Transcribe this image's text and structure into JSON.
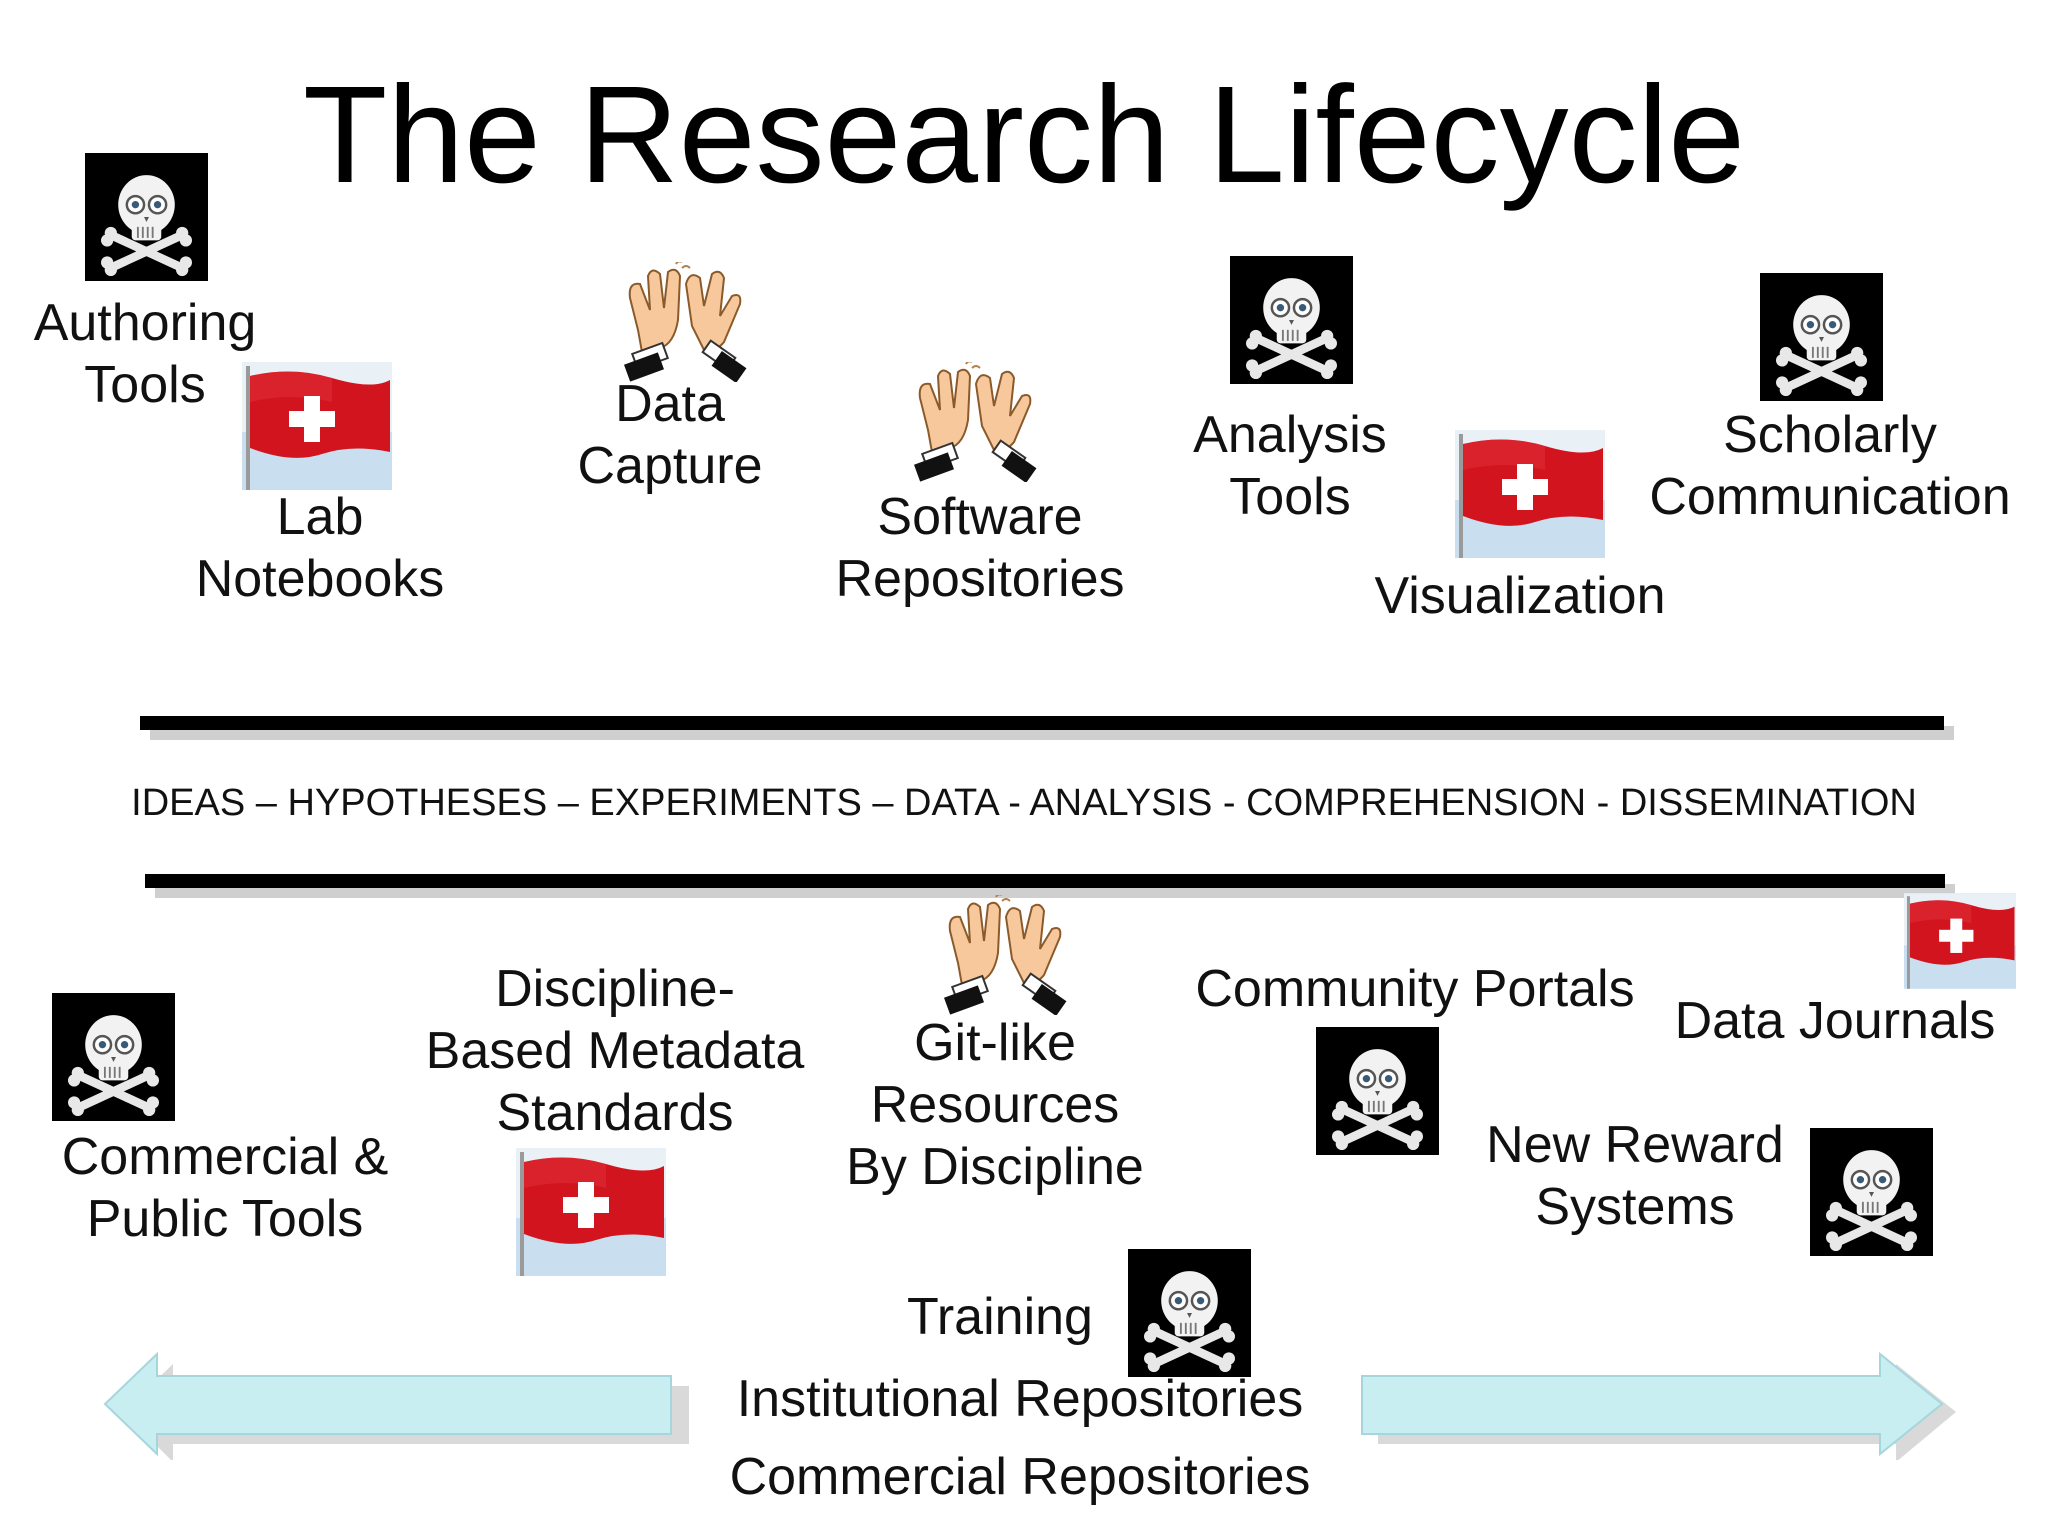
{
  "title": "The Research Lifecycle",
  "stages": "IDEAS – HYPOTHESES – EXPERIMENTS – DATA - ANALYSIS - COMPREHENSION - DISSEMINATION",
  "top_labels": {
    "authoring_tools": [
      "Authoring",
      "Tools"
    ],
    "lab_notebooks": [
      "Lab",
      "Notebooks"
    ],
    "data_capture": [
      "Data",
      "Capture"
    ],
    "software_repositories": [
      "Software",
      "Repositories"
    ],
    "analysis_tools": [
      "Analysis",
      "Tools"
    ],
    "visualization": [
      "Visualization"
    ],
    "scholarly_communication": [
      "Scholarly",
      "Communication"
    ]
  },
  "bottom_labels": {
    "commercial_public_tools": [
      "Commercial &",
      "Public Tools"
    ],
    "discipline_metadata": [
      "Discipline-",
      "Based Metadata",
      "Standards"
    ],
    "git_like_resources": [
      "Git-like",
      "Resources",
      "By Discipline"
    ],
    "community_portals": [
      "Community Portals"
    ],
    "data_journals": [
      "Data Journals"
    ],
    "new_reward_systems": [
      "New Reward",
      "Systems"
    ],
    "training": [
      "Training"
    ],
    "institutional_repositories": [
      "Institutional Repositories"
    ],
    "commercial_repositories": [
      "Commercial Repositories"
    ]
  },
  "icon_names": {
    "skull": "skull-crossbones-icon",
    "flag": "swiss-flag-icon",
    "hands": "clapping-hands-icon",
    "arrow": "double-arrow-icon"
  },
  "colors": {
    "skull_background": "#000000",
    "flag_red": "#d2141e",
    "sky": "#c9dff0",
    "hands_skin": "#f7c89b",
    "arrow_fill": "#c8eef2",
    "rule": "#000000"
  }
}
